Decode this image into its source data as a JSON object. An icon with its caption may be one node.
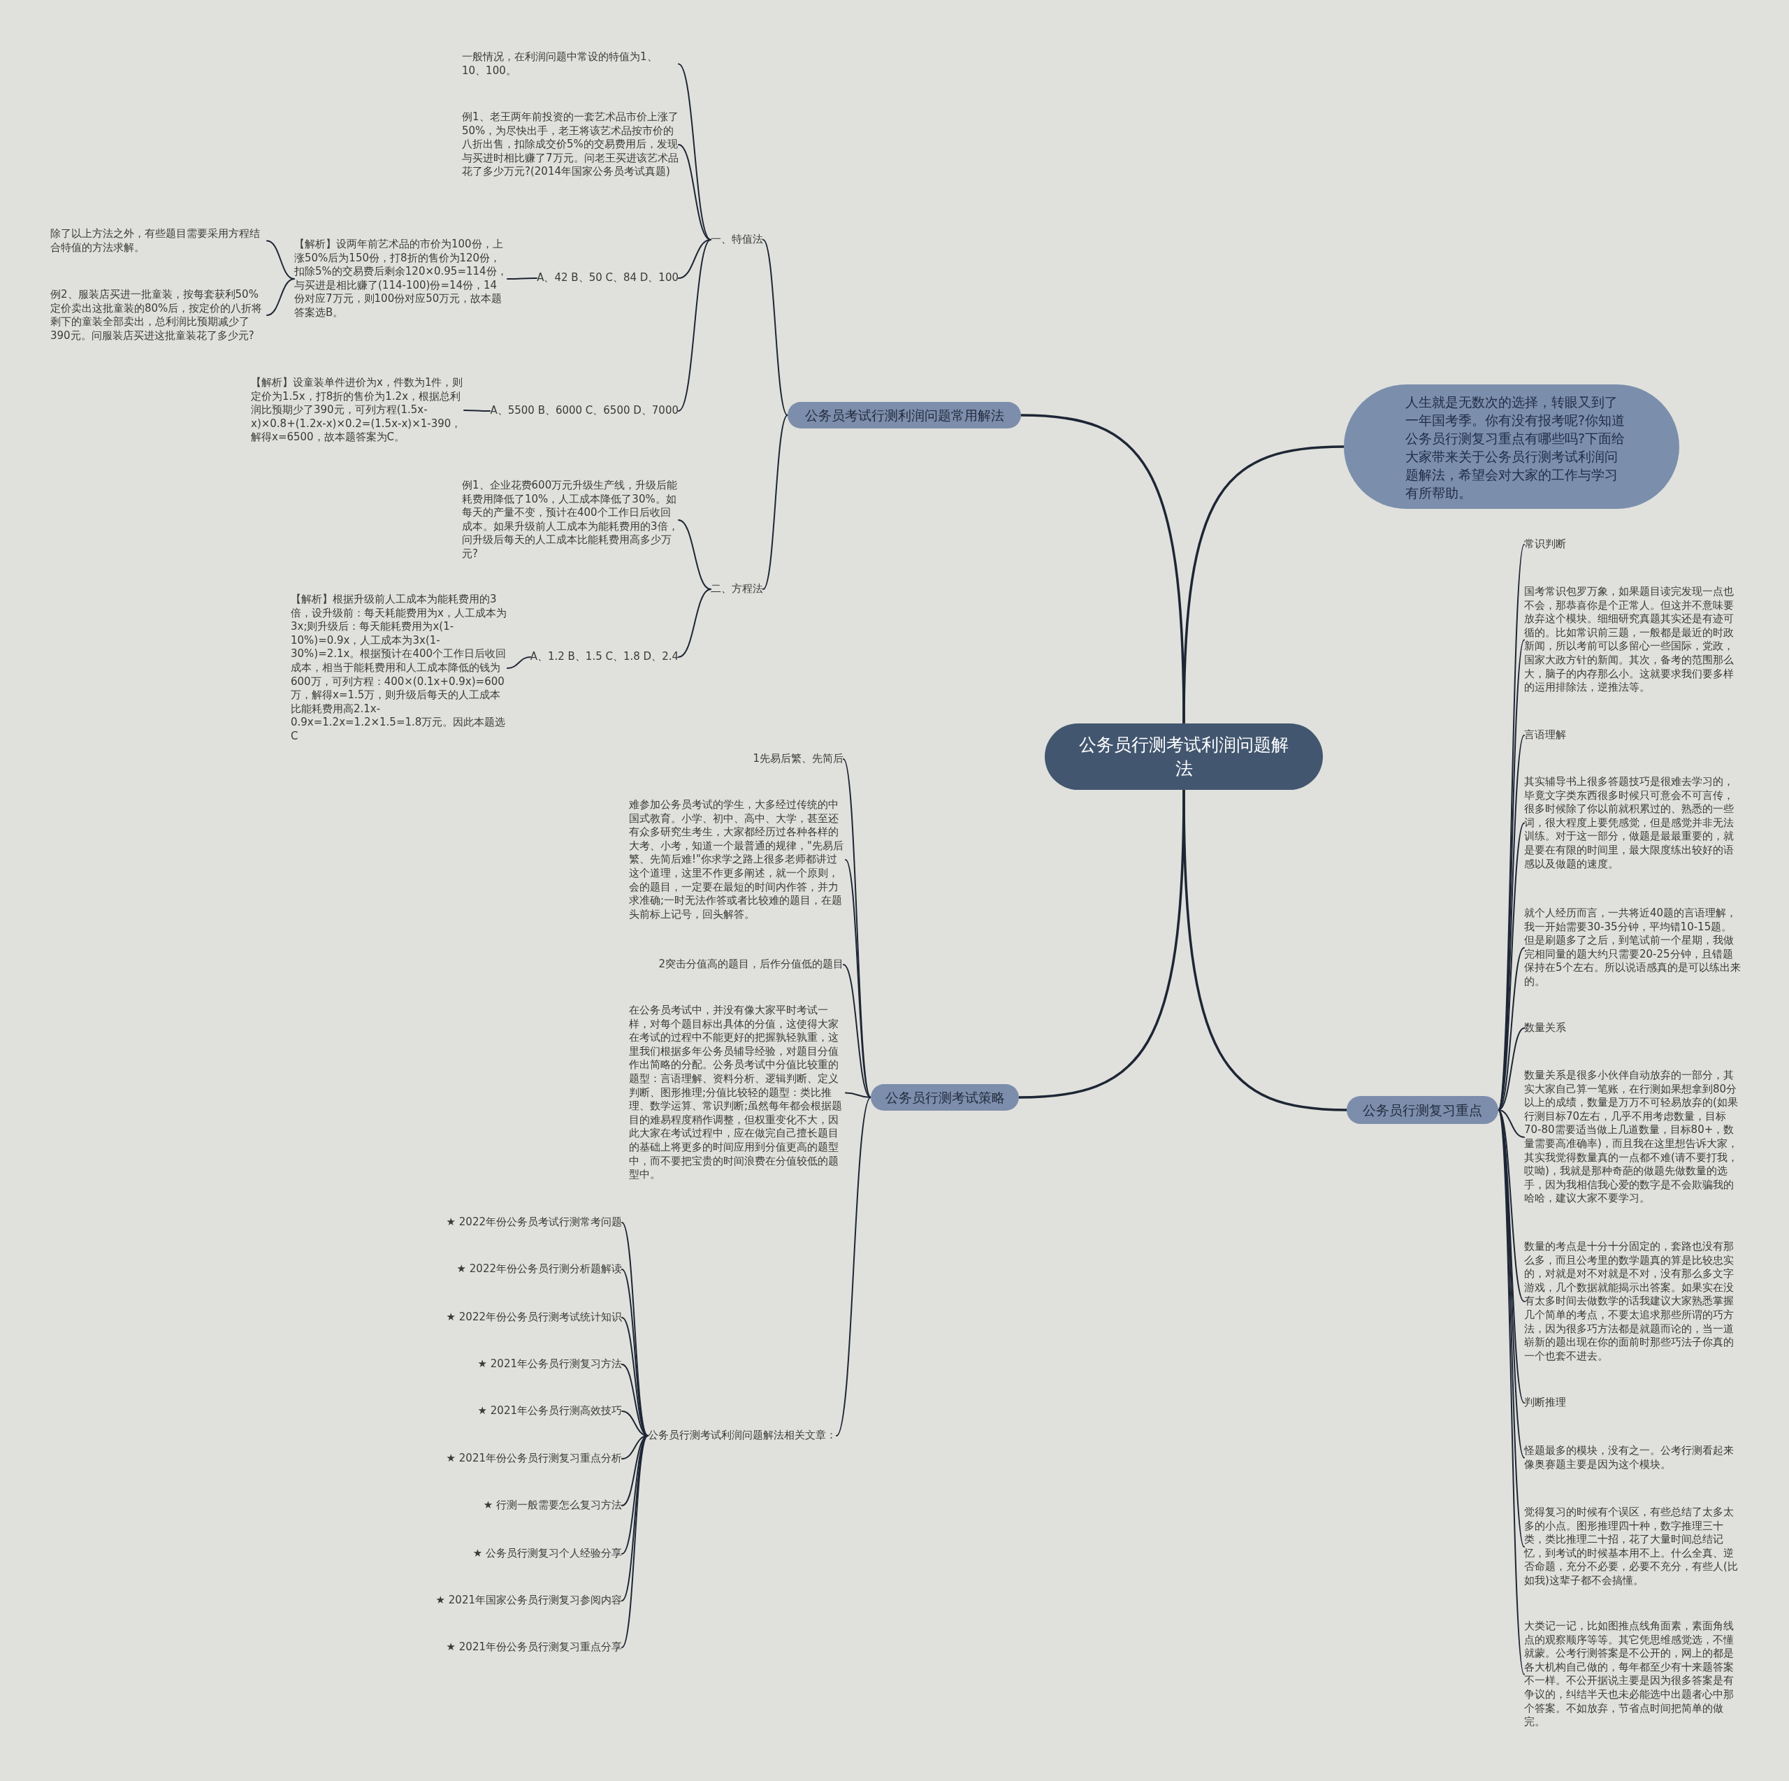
{
  "diagram": {
    "nodes": [
      {
        "text": [
          "公务员行测考试利润问题解法"
        ]
      },
      {
        "text": [
          "人生就是无数次的选择，转眼又到了一年国考季。你有没有报考呢?你知道公务员行测复习重点有哪些吗?下面给大家带来关于公务员行测考试利润问题解法，希望会对大家的工作与学习有所帮助。"
        ]
      },
      {
        "text": [
          "公务员考试行测利润问题常用解法"
        ]
      },
      {
        "text": [
          "一、特值法"
        ]
      },
      {
        "text": [
          "一般情况，在利润问题中常设的特值为1、10、100。"
        ]
      },
      {
        "text": [
          "例1、老王两年前投资的一套艺术品市价上涨了50%，为尽快出手，老王将该艺术品按市价的八折出售，扣除成交价5%的交易费用后，发现与买进时相比赚了7万元。问老王买进该艺术品花了多少万元?(2014年国家公务员考试真题)"
        ]
      },
      {
        "text": [
          "A、42 B、50 C、84 D、100"
        ]
      },
      {
        "text": [
          "【解析】设两年前艺术品的市价为100份，上涨50%后为150份，打8折的售价为120份，扣除5%的交易费后剩余120×0.95=114份，与买进是相比赚了(114-100)份=14份，14份对应7万元，则100份对应50万元，故本题答案选B。"
        ]
      },
      {
        "text": [
          "除了以上方法之外，有些题目需要采用方程结合特值的方法求解。"
        ]
      },
      {
        "text": [
          "例2、服装店买进一批童装，按每套获利50%定价卖出这批童装的80%后，按定价的八折将剩下的童装全部卖出，总利润比预期减少了390元。问服装店买进这批童装花了多少元?"
        ]
      },
      {
        "text": [
          "A、5500 B、6000 C、6500 D、7000"
        ]
      },
      {
        "text": [
          "【解析】设童装单件进价为x，件数为1件，则定价为1.5x，打8折的售价为1.2x，根据总利润比预期少了390元，可列方程(1.5x-x)×0.8+(1.2x-x)×0.2=(1.5x-x)×1-390，解得x=6500，故本题答案为C。"
        ]
      },
      {
        "text": [
          "二、方程法"
        ]
      },
      {
        "text": [
          "例1、企业花费600万元升级生产线，升级后能耗费用降低了10%，人工成本降低了30%。如每天的产量不变，预计在400个工作日后收回成本。如果升级前人工成本为能耗费用的3倍，问升级后每天的人工成本比能耗费用高多少万元?"
        ]
      },
      {
        "text": [
          "A、1.2 B、1.5 C、1.8 D、2.4"
        ]
      },
      {
        "text": [
          "【解析】根据升级前人工成本为能耗费用的3倍，设升级前：每天耗能费用为x，人工成本为3x;则升级后：每天能耗费用为x(1-10%)=0.9x，人工成本为3x(1-30%)=2.1x。根据预计在400个工作日后收回成本，相当于能耗费用和人工成本降低的钱为600万，可列方程：400×(0.1x+0.9x)=600万，解得x=1.5万，则升级后每天的人工成本比能耗费用高2.1x-0.9x=1.2x=1.2×1.5=1.8万元。因此本题选C"
        ]
      },
      {
        "text": [
          "公务员行测考试策略"
        ]
      },
      {
        "text": [
          "1先易后繁、先简后"
        ]
      },
      {
        "text": [
          "难参加公务员考试的学生，大多经过传统的中国式教育。小学、初中、高中、大学，甚至还有众多研究生考生，大家都经历过各种各样的大考、小考，知道一个最普通的规律，\"先易后繁、先简后难!\"你求学之路上很多老师都讲过这个道理，这里不作更多阐述，就一个原则，会的题目，一定要在最短的时间内作答，并力求准确;一时无法作答或者比较难的题目，在题头前标上记号，回头解答。"
        ]
      },
      {
        "text": [
          "2突击分值高的题目，后作分值低的题目"
        ]
      },
      {
        "text": [
          "在公务员考试中，并没有像大家平时考试一样，对每个题目标出具体的分值，这使得大家在考试的过程中不能更好的把握孰轻孰重，这里我们根据多年公务员辅导经验，对题目分值作出简略的分配。公务员考试中分值比较重的题型：言语理解、资料分析、逻辑判断、定义判断、图形推理;分值比较轻的题型：类比推理、数学运算、常识判断;虽然每年都会根据题目的难易程度稍作调整，但权重变化不大，因此大家在考试过程中，应在做完自己擅长题目的基础上将更多的时间应用到分值更高的题型中，而不要把宝贵的时间浪费在分值较低的题型中。"
        ]
      },
      {
        "text": [
          "公务员行测考试利润问题解法相关文章："
        ]
      },
      {
        "text": [
          "★ 2022年份公务员考试行测常考问题"
        ]
      },
      {
        "text": [
          "★ 2022年份公务员行测分析题解读"
        ]
      },
      {
        "text": [
          "★ 2022年份公务员行测考试统计知识"
        ]
      },
      {
        "text": [
          "★ 2021年公务员行测复习方法"
        ]
      },
      {
        "text": [
          "★ 2021年公务员行测高效技巧"
        ]
      },
      {
        "text": [
          "★ 2021年份公务员行测复习重点分析"
        ]
      },
      {
        "text": [
          "★ 行测一般需要怎么复习方法"
        ]
      },
      {
        "text": [
          "★ 公务员行测复习个人经验分享"
        ]
      },
      {
        "text": [
          "★ 2021年国家公务员行测复习参阅内容"
        ]
      },
      {
        "text": [
          "★ 2021年份公务员行测复习重点分享"
        ]
      },
      {
        "text": [
          "公务员行测复习重点"
        ]
      },
      {
        "text": [
          "常识判断"
        ]
      },
      {
        "text": [
          "国考常识包罗万象，如果题目读完发现一点也不会，那恭喜你是个正常人。但这并不意味要放弃这个模块。细细研究真题其实还是有迹可循的。比如常识前三题，一般都是最近的时政新闻，所以考前可以多留心一些国际，党政，国家大政方针的新闻。其次，备考的范围那么大，脑子的内存那么小。这就要求我们要多样的运用排除法，逆推法等。"
        ]
      },
      {
        "text": [
          "言语理解"
        ]
      },
      {
        "text": [
          "其实辅导书上很多答题技巧是很难去学习的，毕竟文字类东西很多时候只可意会不可言传，很多时候除了你以前就积累过的、熟悉的一些词，很大程度上要凭感觉，但是感觉并非无法训练。对于这一部分，做题是最最重要的，就是要在有限的时间里，最大限度练出较好的语感以及做题的速度。"
        ]
      },
      {
        "text": [
          "就个人经历而言，一共将近40题的言语理解，我一开始需要30-35分钟，平均错10-15题。但是刷题多了之后，到笔试前一个星期，我做完相同量的题大约只需要20-25分钟，且错题保持在5个左右。所以说语感真的是可以练出来的。"
        ]
      },
      {
        "text": [
          "数量关系"
        ]
      },
      {
        "text": [
          "数量关系是很多小伙伴自动放弃的一部分，其实大家自己算一笔账，在行测如果想拿到80分以上的成绩，数量是万万不可轻易放弃的(如果行测目标70左右，几乎不用考虑数量，目标70-80需要适当做上几道数量，目标80+，数量需要高准确率)，而且我在这里想告诉大家，其实我觉得数量真的一点都不难(请不要打我，哎呦)，我就是那种奇葩的做题先做数量的选手，因为我相信我心爱的数字是不会欺骗我的哈哈，建议大家不要学习。"
        ]
      },
      {
        "text": [
          "数量的考点是十分十分固定的，套路也没有那么多，而且公考里的数学题真的算是比较忠实的，对就是对不对就是不对，没有那么多文字游戏，几个数据就能揭示出答案。如果实在没有太多时间去做数学的话我建议大家熟悉掌握几个简单的考点，不要太追求那些所谓的巧方法，因为很多巧方法都是就题而论的，当一道崭新的题出现在你的面前时那些巧法子你真的一个也套不进去。"
        ]
      },
      {
        "text": [
          "判断推理"
        ]
      },
      {
        "text": [
          "怪题最多的模块，没有之一。公考行测看起来像奥赛题主要是因为这个模块。"
        ]
      },
      {
        "text": [
          "觉得复习的时候有个误区，有些总结了太多太多的小点。图形推理四十种，数字推理三十类，类比推理二十招，花了大量时间总结记忆，到考试的时候基本用不上。什么全真、逆否命题，充分不必要，必要不充分，有些人(比如我)这辈子都不会搞懂。"
        ]
      },
      {
        "text": [
          "大类记一记，比如图推点线角面素，素面角线点的观察顺序等等。其它凭思维感觉选，不懂就蒙。公考行测答案是不公开的，网上的都是各大机构自己做的，每年都至少有十来题答案不一样。不公开据说主要是因为很多答案是有争议的，纠结半天也未必能选中出题者心中那个答案。不如放弃，节省点时间把简单的做完。"
        ]
      }
    ],
    "edges": [
      {
        "from": 0,
        "to": 1,
        "arrow": "none"
      },
      {
        "from": 0,
        "to": 2,
        "arrow": "none"
      },
      {
        "from": 0,
        "to": 16,
        "arrow": "none"
      },
      {
        "from": 0,
        "to": 32,
        "arrow": "none"
      },
      {
        "from": 2,
        "to": 3,
        "arrow": "none"
      },
      {
        "from": 2,
        "to": 12,
        "arrow": "none"
      },
      {
        "from": 3,
        "to": 4,
        "arrow": "none"
      },
      {
        "from": 3,
        "to": 5,
        "arrow": "none"
      },
      {
        "from": 3,
        "to": 6,
        "arrow": "none"
      },
      {
        "from": 3,
        "to": 10,
        "arrow": "none"
      },
      {
        "from": 6,
        "to": 7,
        "arrow": "none"
      },
      {
        "from": 7,
        "to": 8,
        "arrow": "none"
      },
      {
        "from": 7,
        "to": 9,
        "arrow": "none"
      },
      {
        "from": 10,
        "to": 11,
        "arrow": "none"
      },
      {
        "from": 12,
        "to": 13,
        "arrow": "none"
      },
      {
        "from": 12,
        "to": 14,
        "arrow": "none"
      },
      {
        "from": 14,
        "to": 15,
        "arrow": "none"
      },
      {
        "from": 16,
        "to": 17,
        "arrow": "none"
      },
      {
        "from": 16,
        "to": 18,
        "arrow": "none"
      },
      {
        "from": 16,
        "to": 19,
        "arrow": "none"
      },
      {
        "from": 16,
        "to": 20,
        "arrow": "none"
      },
      {
        "from": 16,
        "to": 21,
        "arrow": "none"
      },
      {
        "from": 21,
        "to": 22,
        "arrow": "none"
      },
      {
        "from": 21,
        "to": 23,
        "arrow": "none"
      },
      {
        "from": 21,
        "to": 24,
        "arrow": "none"
      },
      {
        "from": 21,
        "to": 25,
        "arrow": "none"
      },
      {
        "from": 21,
        "to": 26,
        "arrow": "none"
      },
      {
        "from": 21,
        "to": 27,
        "arrow": "none"
      },
      {
        "from": 21,
        "to": 28,
        "arrow": "none"
      },
      {
        "from": 21,
        "to": 29,
        "arrow": "none"
      },
      {
        "from": 21,
        "to": 30,
        "arrow": "none"
      },
      {
        "from": 21,
        "to": 31,
        "arrow": "none"
      },
      {
        "from": 32,
        "to": 33,
        "arrow": "none"
      },
      {
        "from": 32,
        "to": 34,
        "arrow": "none"
      },
      {
        "from": 32,
        "to": 35,
        "arrow": "none"
      },
      {
        "from": 32,
        "to": 36,
        "arrow": "none"
      },
      {
        "from": 32,
        "to": 37,
        "arrow": "none"
      },
      {
        "from": 32,
        "to": 38,
        "arrow": "none"
      },
      {
        "from": 32,
        "to": 39,
        "arrow": "none"
      },
      {
        "from": 32,
        "to": 40,
        "arrow": "none"
      },
      {
        "from": 32,
        "to": 41,
        "arrow": "none"
      },
      {
        "from": 32,
        "to": 42,
        "arrow": "none"
      },
      {
        "from": 32,
        "to": 43,
        "arrow": "none"
      },
      {
        "from": 32,
        "to": 44,
        "arrow": "none"
      }
    ]
  }
}
